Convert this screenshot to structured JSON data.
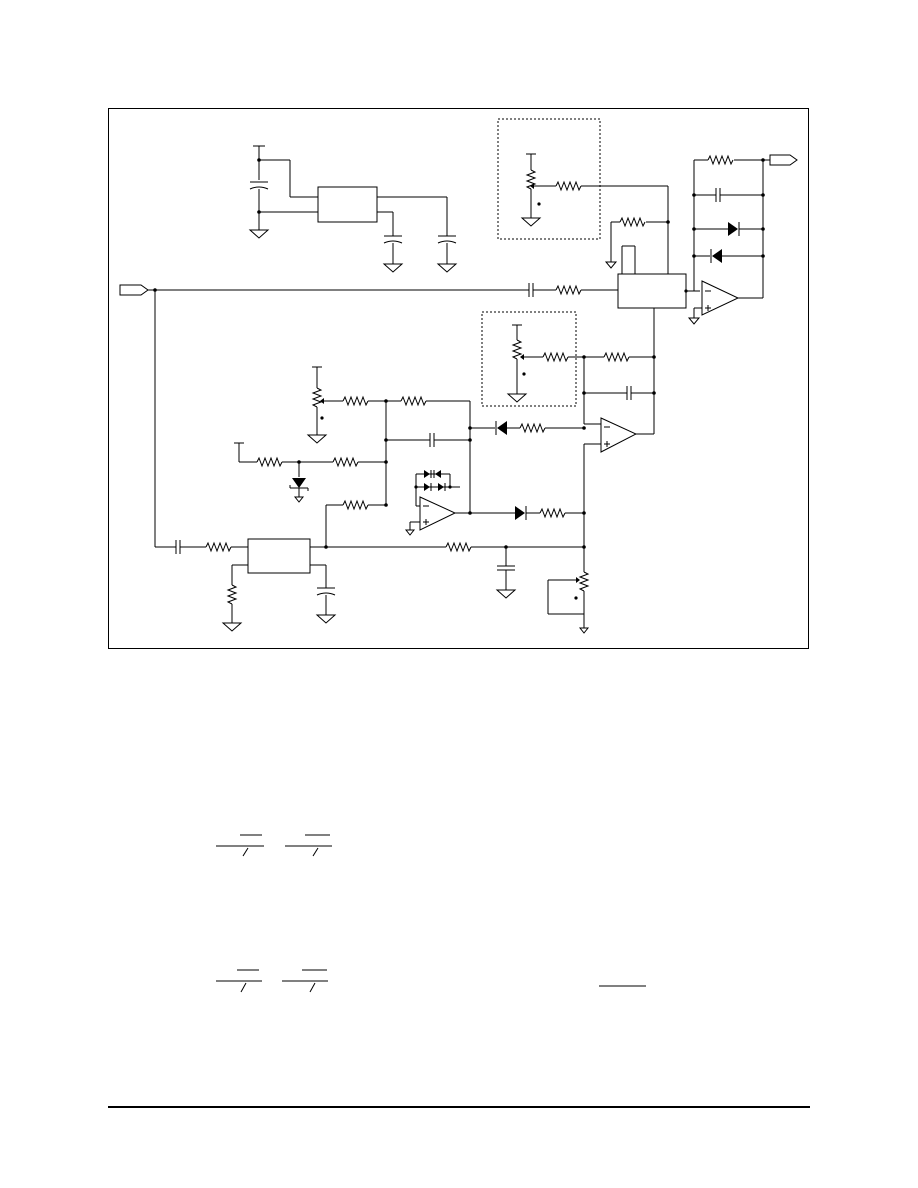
{
  "colors": {
    "ink": "#000000",
    "paper": "#ffffff"
  },
  "page": {
    "footer_rule": "present"
  },
  "diagram": {
    "kind": "circuit-schematic",
    "labels": [],
    "components": {
      "op_amps": 3,
      "regulator_ic": 1,
      "blocks": 2,
      "diodes": 6,
      "zener_diodes": 1,
      "potentiometers": 4,
      "adjustment_boxes_dashed": 2,
      "ports": [
        "input-port-left",
        "output-port-right"
      ]
    }
  },
  "equations": {
    "line1": {
      "overbar_groups": 2,
      "text": ""
    },
    "line2": {
      "overbar_groups": 2,
      "separate_bar": 1,
      "text": ""
    }
  }
}
